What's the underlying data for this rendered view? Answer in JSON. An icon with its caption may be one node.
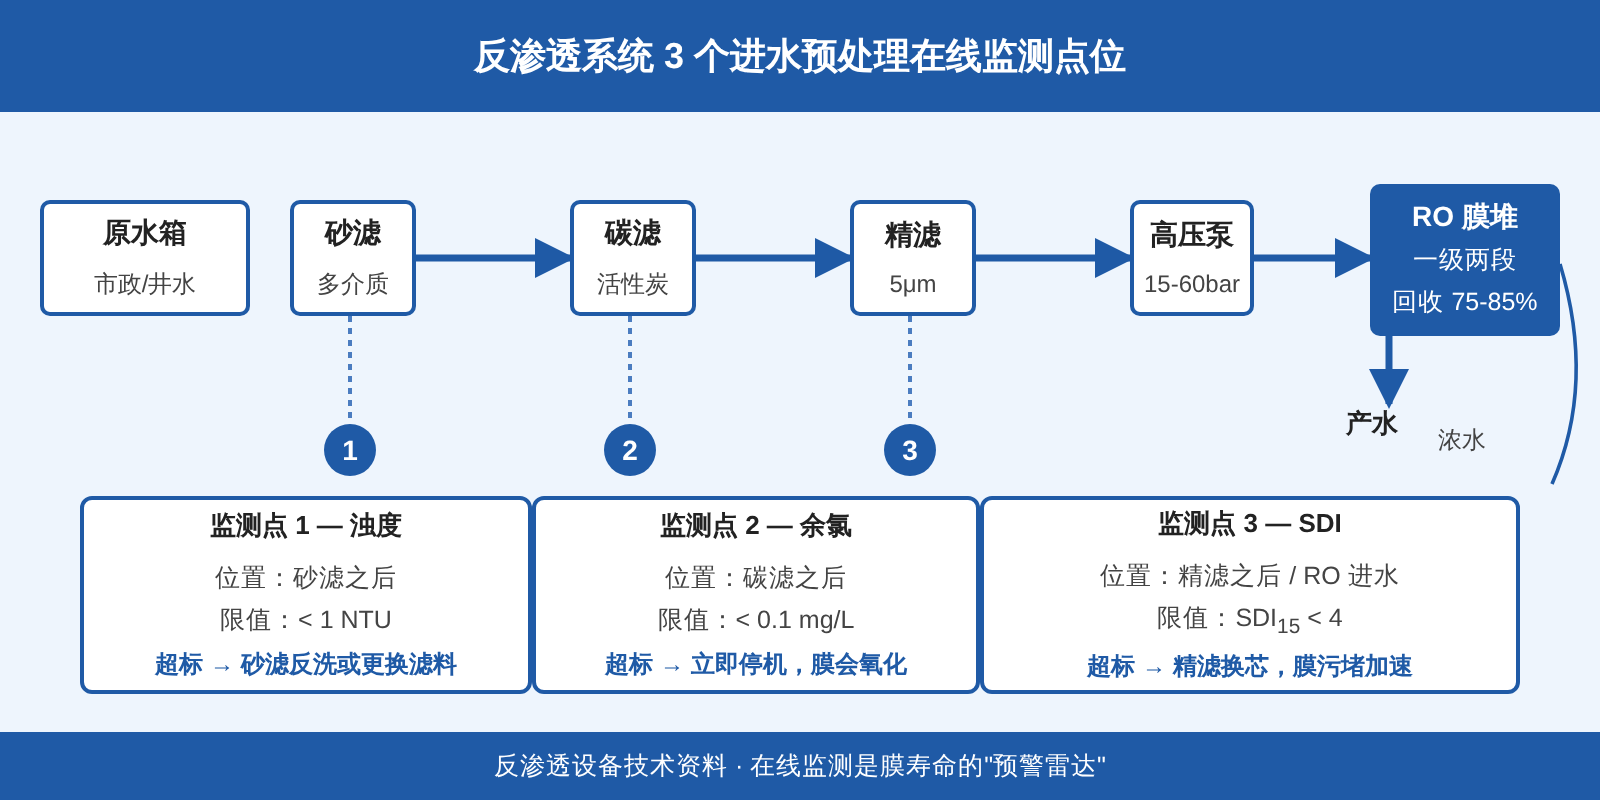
{
  "diagram": {
    "title": "反渗透系统 3 个进水预处理在线监测点位",
    "nodes": [
      {
        "text": [
          "原水箱",
          "市政/井水"
        ]
      },
      {
        "text": [
          "砂滤",
          "多介质"
        ]
      },
      {
        "text": [
          "碳滤",
          "活性炭"
        ]
      },
      {
        "text": [
          "精滤",
          "5μm"
        ]
      },
      {
        "text": [
          "高压泵",
          "15-60bar"
        ]
      },
      {
        "text": [
          "RO 膜堆",
          "一级两段",
          "回收 75-85%"
        ]
      },
      {
        "text": [
          "产水"
        ]
      },
      {
        "text": [
          "1"
        ]
      },
      {
        "text": [
          "2"
        ]
      },
      {
        "text": [
          "3"
        ]
      },
      {
        "text": [
          "监测点 1 — 浊度",
          "位置：砂滤之后",
          "限值：< 1 NTU",
          "超标 → 砂滤反洗或更换滤料"
        ]
      },
      {
        "text": [
          "监测点 2 — 余氯",
          "位置：碳滤之后",
          "限值：< 0.1 mg/L",
          "超标 → 立即停机，膜会氧化"
        ]
      },
      {
        "text": [
          "监测点 3 — SDI",
          "位置：精滤之后 / RO 进水",
          "限值：SDI$_{15}$ < 4",
          "超标 → 精滤换芯，膜污堵加速"
        ]
      }
    ],
    "edges": [
      {
        "from": 1,
        "to": 2,
        "arrow": "to"
      },
      {
        "from": 2,
        "to": 3,
        "arrow": "to"
      },
      {
        "from": 3,
        "to": 4,
        "arrow": "to"
      },
      {
        "from": 4,
        "to": 5,
        "arrow": "to"
      },
      {
        "from": 5,
        "to": 6,
        "arrow": "to"
      },
      {
        "from": 5,
        "to": null,
        "arrow": "none",
        "label": "浓水"
      },
      {
        "from": 1,
        "to": 7,
        "arrow": "none",
        "style": "dashed"
      },
      {
        "from": 2,
        "to": 8,
        "arrow": "none",
        "style": "dashed"
      },
      {
        "from": 3,
        "to": 9,
        "arrow": "none",
        "style": "dashed"
      }
    ],
    "labels": [
      "反渗透设备技术资料 · 在线监测是膜寿命的\"预警雷达\""
    ]
  }
}
